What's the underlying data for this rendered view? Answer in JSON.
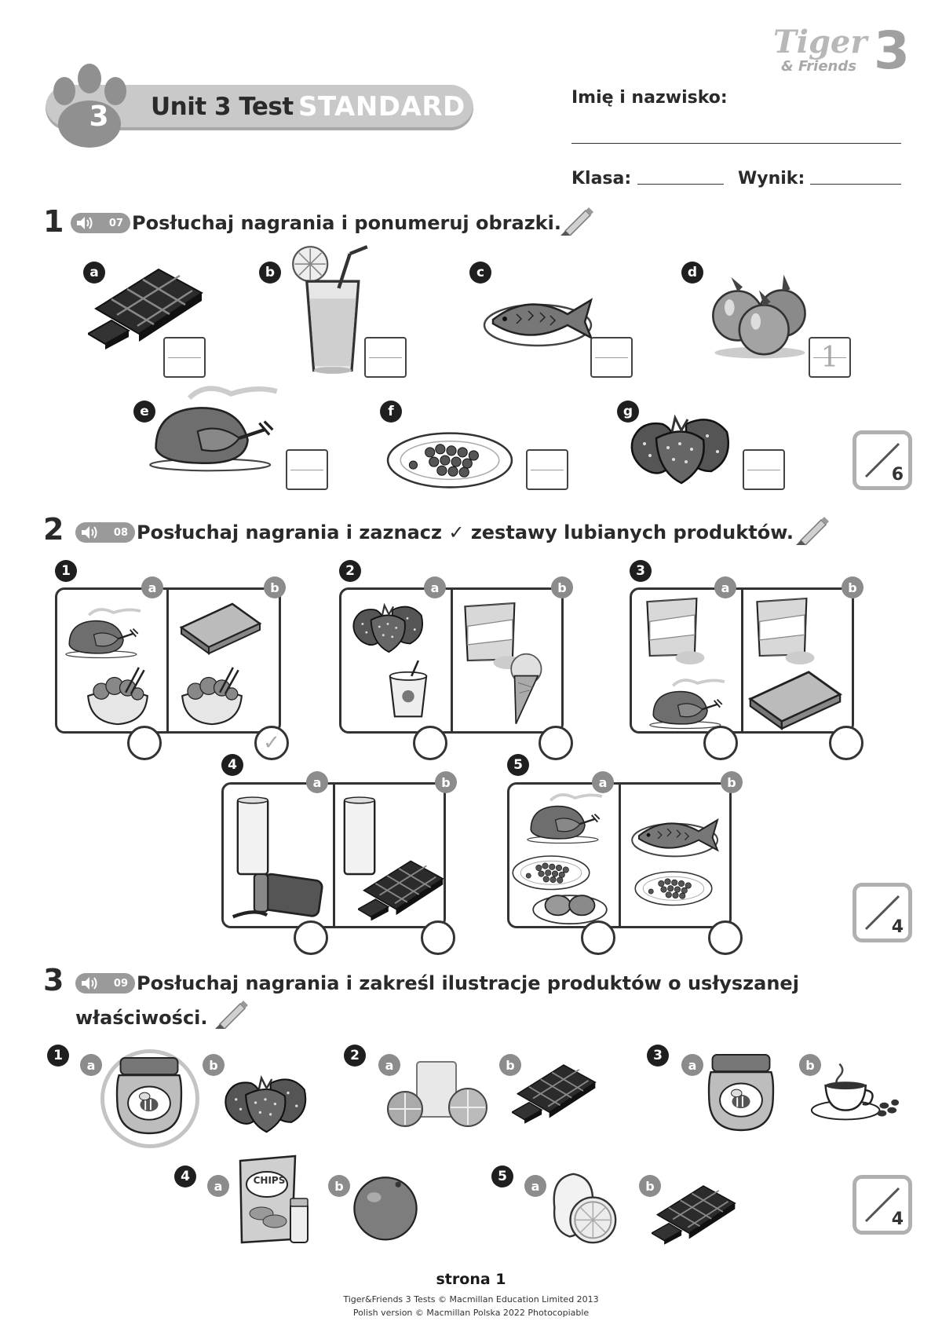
{
  "header": {
    "unit_number": "3",
    "unit_title": "Unit 3 Test",
    "unit_level": "STANDARD",
    "logo_line1": "Tiger",
    "logo_line2": "& Friends",
    "logo_number": "3",
    "name_label": "Imię i nazwisko:",
    "class_label": "Klasa:",
    "result_label": "Wynik:"
  },
  "exercise1": {
    "number": "1",
    "audio_track": "07",
    "instruction": "Posłuchaj nagrania i ponumeruj obrazki.",
    "items": [
      {
        "letter": "a",
        "icon": "chocolate-bar-icon",
        "answer": ""
      },
      {
        "letter": "b",
        "icon": "juice-glass-icon",
        "answer": ""
      },
      {
        "letter": "c",
        "icon": "fish-plate-icon",
        "answer": ""
      },
      {
        "letter": "d",
        "icon": "apples-icon",
        "answer": "1"
      },
      {
        "letter": "e",
        "icon": "roast-chicken-icon",
        "answer": ""
      },
      {
        "letter": "f",
        "icon": "peas-plate-icon",
        "answer": ""
      },
      {
        "letter": "g",
        "icon": "strawberries-icon",
        "answer": ""
      }
    ],
    "score_max": "6"
  },
  "exercise2": {
    "number": "2",
    "audio_track": "08",
    "instruction": "Posłuchaj nagrania i zaznacz ✓ zestawy lubianych produktów.",
    "sets": [
      {
        "number": "1",
        "a_icons": "chicken, salad",
        "b_icons": "sandwich, salad",
        "a_mark": "",
        "b_mark": "✓"
      },
      {
        "number": "2",
        "a_icons": "strawberries, yoghurt",
        "b_icons": "crisps, ice cream",
        "a_mark": "",
        "b_mark": ""
      },
      {
        "number": "3",
        "a_icons": "crisps, chicken",
        "b_icons": "crisps, sandwich",
        "a_mark": "",
        "b_mark": ""
      },
      {
        "number": "4",
        "a_icons": "milk, jam jar",
        "b_icons": "milk, chocolate",
        "a_mark": "",
        "b_mark": ""
      },
      {
        "number": "5",
        "a_icons": "chicken, peas, potatoes",
        "b_icons": "fish, peas",
        "a_mark": "",
        "b_mark": ""
      }
    ],
    "label_a": "a",
    "label_b": "b",
    "score_max": "4"
  },
  "exercise3": {
    "number": "3",
    "audio_track": "09",
    "instruction_line1": "Posłuchaj nagrania i zakreśl ilustracje produktów o usłyszanej",
    "instruction_line2": "właściwości.",
    "items": [
      {
        "number": "1",
        "a_icon": "honey-jar-icon",
        "b_icon": "strawberries-icon",
        "circled": "a"
      },
      {
        "number": "2",
        "a_icon": "orange-juice-icon",
        "b_icon": "chocolate-bar-icon",
        "circled": ""
      },
      {
        "number": "3",
        "a_icon": "honey-jar-icon",
        "b_icon": "coffee-cup-icon",
        "circled": ""
      },
      {
        "number": "4",
        "a_icon": "crisps-salt-icon",
        "b_icon": "orange-icon",
        "circled": ""
      },
      {
        "number": "5",
        "a_icon": "lemon-icon",
        "b_icon": "chocolate-bar-icon",
        "circled": ""
      }
    ],
    "crisps_text": "CHIPS",
    "label_a": "a",
    "label_b": "b",
    "score_max": "4"
  },
  "footer": {
    "page_label": "strona 1",
    "copyright1": "Tiger&Friends 3 Tests © Macmillan Education Limited 2013",
    "copyright2": "Polish version © Macmillan Polska 2022 Photocopiable"
  }
}
